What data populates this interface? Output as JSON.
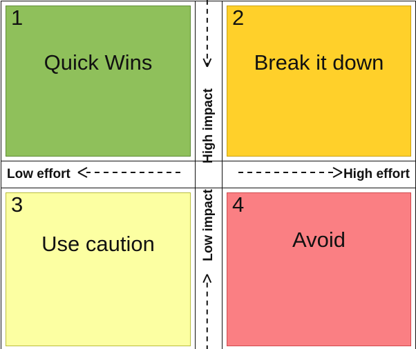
{
  "diagram": {
    "type": "impact-effort-matrix",
    "quadrants": [
      {
        "number": "1",
        "label": "Quick Wins",
        "color": "#8FC05B",
        "position": "top-left",
        "effort": "Low effort",
        "impact": "High impact"
      },
      {
        "number": "2",
        "label": "Break it down",
        "color": "#FFD02A",
        "position": "top-right",
        "effort": "High effort",
        "impact": "High impact"
      },
      {
        "number": "3",
        "label": "Use caution",
        "color": "#FCFFA2",
        "position": "bottom-left",
        "effort": "Low effort",
        "impact": "Low impact"
      },
      {
        "number": "4",
        "label": "Avoid",
        "color": "#FA7F83",
        "position": "bottom-right",
        "effort": "High effort",
        "impact": "Low impact"
      }
    ],
    "axes": {
      "horizontal_left": {
        "label": "Low effort",
        "arrow_direction": "left",
        "arrow_icon": "dashed-arrow-left-icon",
        "line_style": "dashed"
      },
      "horizontal_right": {
        "label": "High effort",
        "arrow_direction": "right",
        "arrow_icon": "dashed-arrow-right-icon",
        "line_style": "dashed"
      },
      "vertical_top": {
        "label": "High impact",
        "arrow_direction": "up",
        "arrow_icon": "dashed-arrow-up-icon",
        "line_style": "dashed"
      },
      "vertical_bottom": {
        "label": "Low impact",
        "arrow_direction": "down",
        "arrow_icon": "dashed-arrow-down-icon",
        "line_style": "dashed"
      }
    },
    "colors": {
      "green": "#8FC05B",
      "gold": "#FFD02A",
      "pale_yellow": "#FCFFA2",
      "salmon": "#FA7F83",
      "text": "#111111",
      "grid": "#111111",
      "background": "#FFFFFF"
    }
  }
}
